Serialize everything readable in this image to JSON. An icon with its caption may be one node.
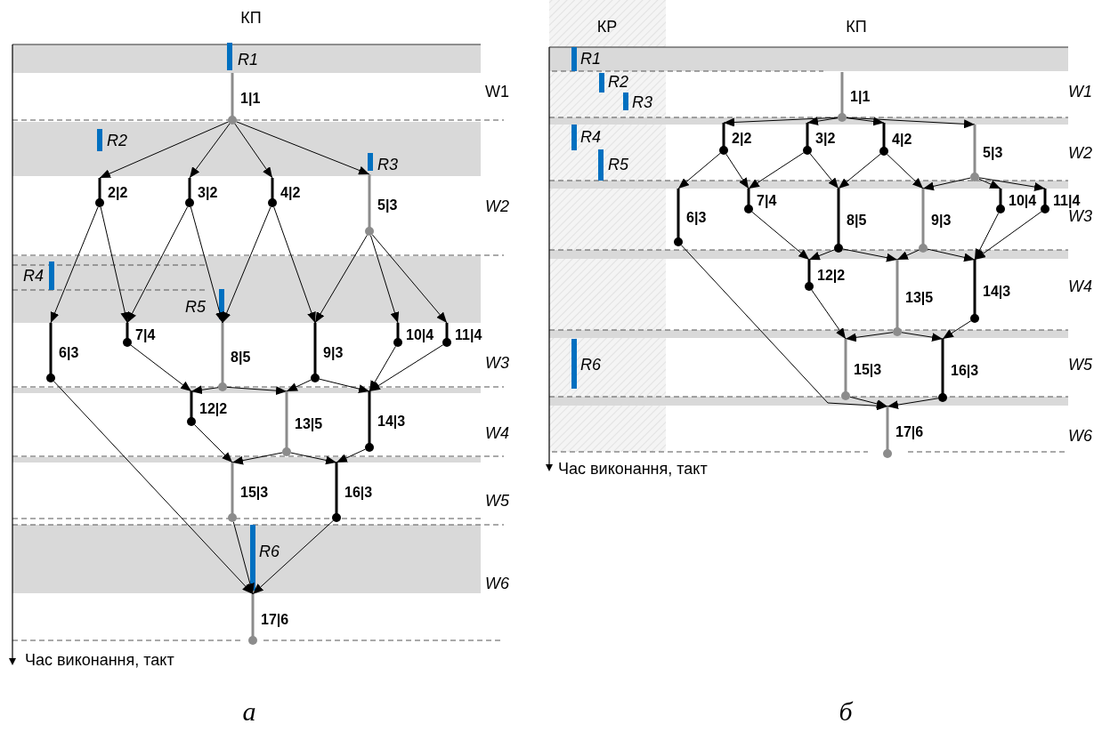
{
  "diagram": {
    "nodes": [
      {
        "text": [
          "1|1"
        ]
      },
      {
        "text": [
          "2|2"
        ]
      },
      {
        "text": [
          "3|2"
        ]
      },
      {
        "text": [
          "4|2"
        ]
      },
      {
        "text": [
          "5|3"
        ]
      },
      {
        "text": [
          "6|3"
        ]
      },
      {
        "text": [
          "7|4"
        ]
      },
      {
        "text": [
          "8|5"
        ]
      },
      {
        "text": [
          "9|3"
        ]
      },
      {
        "text": [
          "10|4"
        ]
      },
      {
        "text": [
          "11|4"
        ]
      },
      {
        "text": [
          "12|2"
        ]
      },
      {
        "text": [
          "13|5"
        ]
      },
      {
        "text": [
          "14|3"
        ]
      },
      {
        "text": [
          "15|3"
        ]
      },
      {
        "text": [
          "16|3"
        ]
      },
      {
        "text": [
          "17|6"
        ]
      },
      {
        "text": [
          "1|1"
        ]
      },
      {
        "text": [
          "2|2"
        ]
      },
      {
        "text": [
          "3|2"
        ]
      },
      {
        "text": [
          "4|2"
        ]
      },
      {
        "text": [
          "5|3"
        ]
      },
      {
        "text": [
          "6|3"
        ]
      },
      {
        "text": [
          "7|4"
        ]
      },
      {
        "text": [
          "8|5"
        ]
      },
      {
        "text": [
          "9|3"
        ]
      },
      {
        "text": [
          "10|4"
        ]
      },
      {
        "text": [
          "11|4"
        ]
      },
      {
        "text": [
          "12|2"
        ]
      },
      {
        "text": [
          "13|5"
        ]
      },
      {
        "text": [
          "14|3"
        ]
      },
      {
        "text": [
          "15|3"
        ]
      },
      {
        "text": [
          "16|3"
        ]
      },
      {
        "text": [
          "17|6"
        ]
      }
    ],
    "edges": [
      {
        "from": 0,
        "to": 1,
        "arrow": "to"
      },
      {
        "from": 0,
        "to": 2,
        "arrow": "to"
      },
      {
        "from": 0,
        "to": 3,
        "arrow": "to"
      },
      {
        "from": 0,
        "to": 4,
        "arrow": "to"
      },
      {
        "from": 1,
        "to": 5,
        "arrow": "to"
      },
      {
        "from": 1,
        "to": 6,
        "arrow": "to"
      },
      {
        "from": 2,
        "to": 6,
        "arrow": "to"
      },
      {
        "from": 2,
        "to": 7,
        "arrow": "to"
      },
      {
        "from": 3,
        "to": 7,
        "arrow": "to"
      },
      {
        "from": 3,
        "to": 8,
        "arrow": "to"
      },
      {
        "from": 4,
        "to": 8,
        "arrow": "to"
      },
      {
        "from": 4,
        "to": 9,
        "arrow": "to"
      },
      {
        "from": 4,
        "to": 10,
        "arrow": "to"
      },
      {
        "from": 5,
        "to": 16,
        "arrow": "to"
      },
      {
        "from": 6,
        "to": 11,
        "arrow": "to"
      },
      {
        "from": 7,
        "to": 11,
        "arrow": "to"
      },
      {
        "from": 7,
        "to": 12,
        "arrow": "to"
      },
      {
        "from": 8,
        "to": 12,
        "arrow": "to"
      },
      {
        "from": 8,
        "to": 13,
        "arrow": "to"
      },
      {
        "from": 9,
        "to": 13,
        "arrow": "to"
      },
      {
        "from": 10,
        "to": 13,
        "arrow": "to"
      },
      {
        "from": 11,
        "to": 14,
        "arrow": "to"
      },
      {
        "from": 12,
        "to": 14,
        "arrow": "to"
      },
      {
        "from": 12,
        "to": 15,
        "arrow": "to"
      },
      {
        "from": 13,
        "to": 15,
        "arrow": "to"
      },
      {
        "from": 14,
        "to": 16,
        "arrow": "to"
      },
      {
        "from": 15,
        "to": 16,
        "arrow": "to"
      },
      {
        "from": 17,
        "to": 18,
        "arrow": "to"
      },
      {
        "from": 17,
        "to": 19,
        "arrow": "to"
      },
      {
        "from": 17,
        "to": 20,
        "arrow": "to"
      },
      {
        "from": 17,
        "to": 21,
        "arrow": "to"
      },
      {
        "from": 18,
        "to": 22,
        "arrow": "to"
      },
      {
        "from": 18,
        "to": 23,
        "arrow": "to"
      },
      {
        "from": 19,
        "to": 23,
        "arrow": "to"
      },
      {
        "from": 19,
        "to": 24,
        "arrow": "to"
      },
      {
        "from": 20,
        "to": 24,
        "arrow": "to"
      },
      {
        "from": 20,
        "to": 25,
        "arrow": "to"
      },
      {
        "from": 21,
        "to": 25,
        "arrow": "to"
      },
      {
        "from": 21,
        "to": 26,
        "arrow": "to"
      },
      {
        "from": 21,
        "to": 27,
        "arrow": "to"
      },
      {
        "from": 22,
        "to": 33,
        "arrow": "to"
      },
      {
        "from": 23,
        "to": 28,
        "arrow": "to"
      },
      {
        "from": 24,
        "to": 28,
        "arrow": "to"
      },
      {
        "from": 24,
        "to": 29,
        "arrow": "to"
      },
      {
        "from": 25,
        "to": 29,
        "arrow": "to"
      },
      {
        "from": 25,
        "to": 30,
        "arrow": "to"
      },
      {
        "from": 26,
        "to": 30,
        "arrow": "to"
      },
      {
        "from": 27,
        "to": 30,
        "arrow": "to"
      },
      {
        "from": 28,
        "to": 31,
        "arrow": "to"
      },
      {
        "from": 29,
        "to": 31,
        "arrow": "to"
      },
      {
        "from": 29,
        "to": 32,
        "arrow": "to"
      },
      {
        "from": 30,
        "to": 32,
        "arrow": "to"
      },
      {
        "from": 31,
        "to": 33,
        "arrow": "to"
      },
      {
        "from": 32,
        "to": 33,
        "arrow": "to"
      }
    ],
    "labels": [
      "КП",
      "R1",
      "W1",
      "R2",
      "R3",
      "W2",
      "R4",
      "R5",
      "W3",
      "W4",
      "W5",
      "R6",
      "W6",
      "Час виконання, такт",
      "а",
      "КР",
      "КП",
      "R1",
      "R2",
      "W1",
      "R3",
      "R4",
      "W2",
      "R5",
      "W3",
      "W4",
      "R6",
      "W5",
      "W6",
      "Час виконання, такт",
      "б"
    ]
  }
}
